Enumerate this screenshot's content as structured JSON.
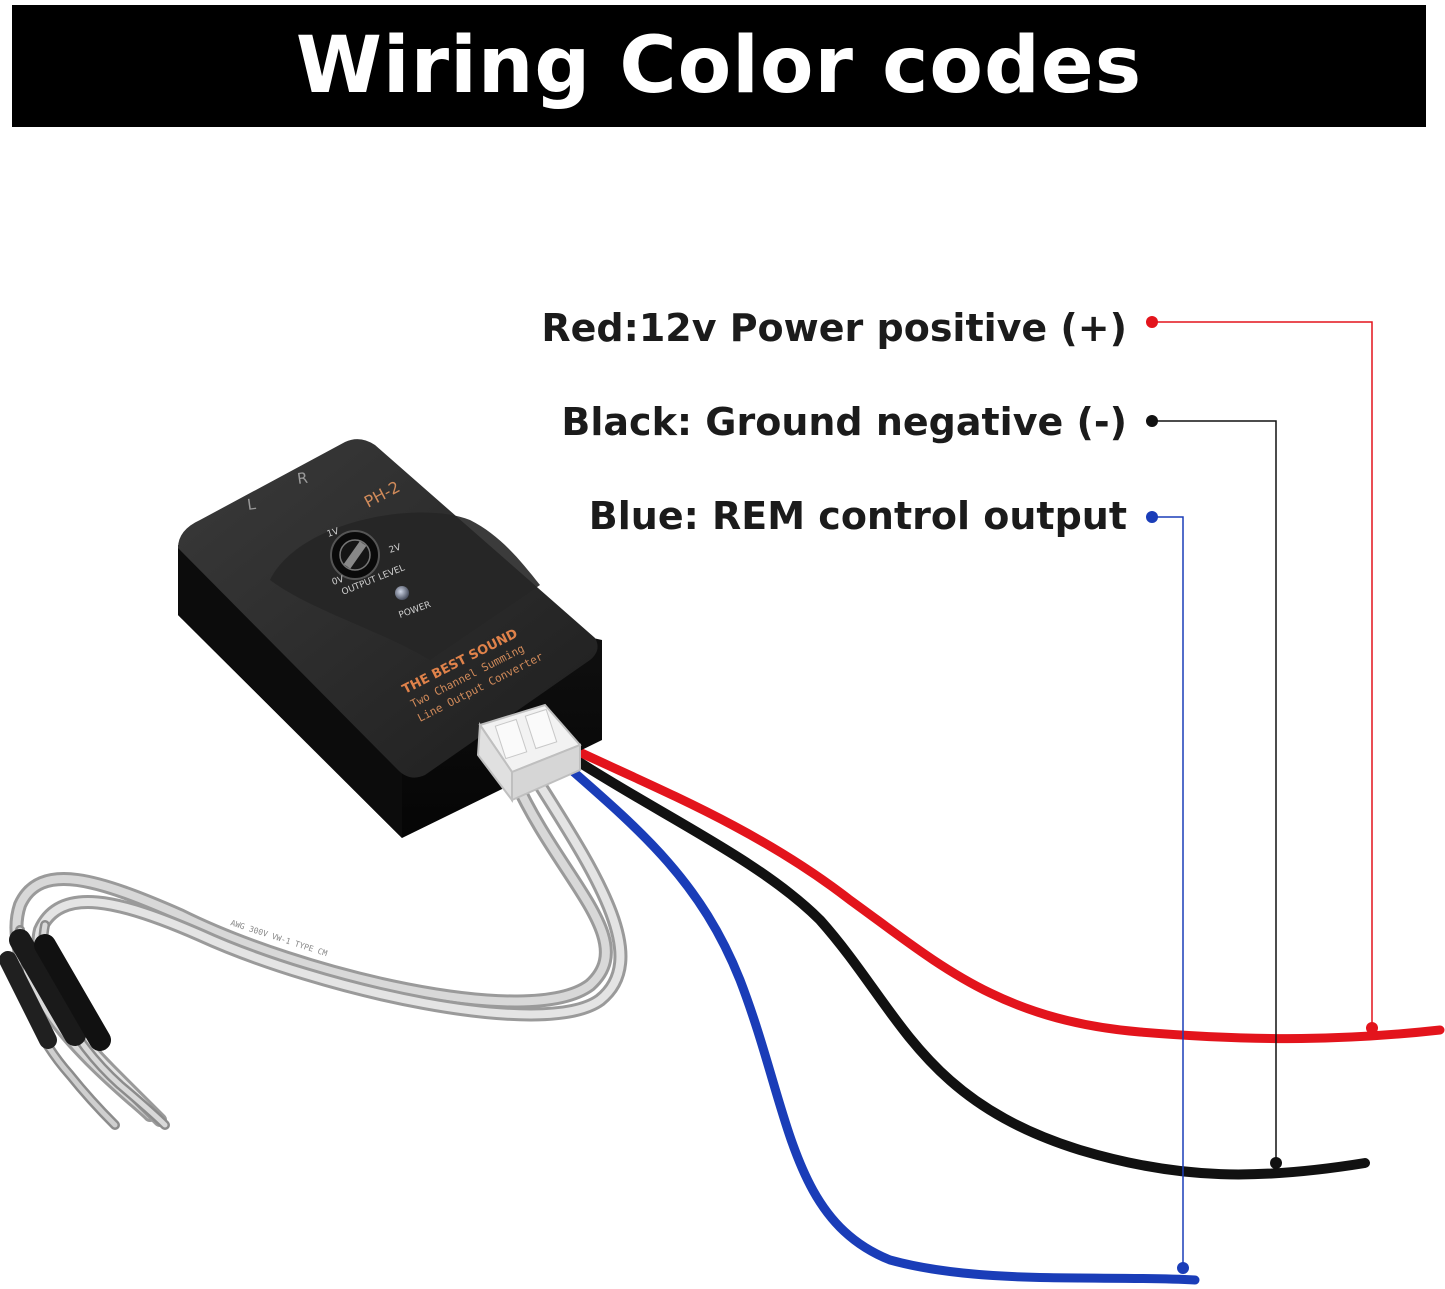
{
  "title": "Wiring Color codes",
  "wires": [
    {
      "id": "red",
      "label": "Red:12v Power positive (+)",
      "color": "#e3141c"
    },
    {
      "id": "black",
      "label": "Black: Ground negative (-)",
      "color": "#111111"
    },
    {
      "id": "blue",
      "label": "Blue: REM control output",
      "color": "#1a3db8"
    }
  ],
  "device": {
    "model": "PH-2",
    "left_channel": "L",
    "right_channel": "R",
    "knob_top": "1V",
    "knob_left": "0V",
    "knob_right": "2V",
    "knob_label": "OUTPUT LEVEL",
    "led_label": "POWER",
    "brand": "THE BEST SOUND",
    "desc_line1": "Two Channel Summing",
    "desc_line2": "Line Output Converter"
  },
  "cable_print": "AWG 300V VW-1 TYPE CM"
}
